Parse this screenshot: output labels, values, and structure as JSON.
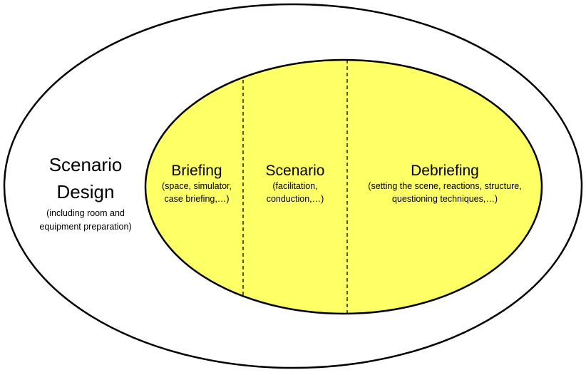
{
  "colors": {
    "inner_fill": "#ffff66",
    "outline": "#000000",
    "background": "#ffffff"
  },
  "outer": {
    "title_line1": "Scenario",
    "title_line2": "Design",
    "note_line1": "(including room and",
    "note_line2": "equipment preparation)"
  },
  "briefing": {
    "title": "Briefing",
    "note_line1": "(space, simulator,",
    "note_line2": "case briefing,…)"
  },
  "scenario": {
    "title": "Scenario",
    "note_line1": "(facilitation,",
    "note_line2": "conduction,…)"
  },
  "debriefing": {
    "title": "Debriefing",
    "note_line1": "(setting the scene, reactions, structure,",
    "note_line2": "questioning techniques,…)"
  }
}
